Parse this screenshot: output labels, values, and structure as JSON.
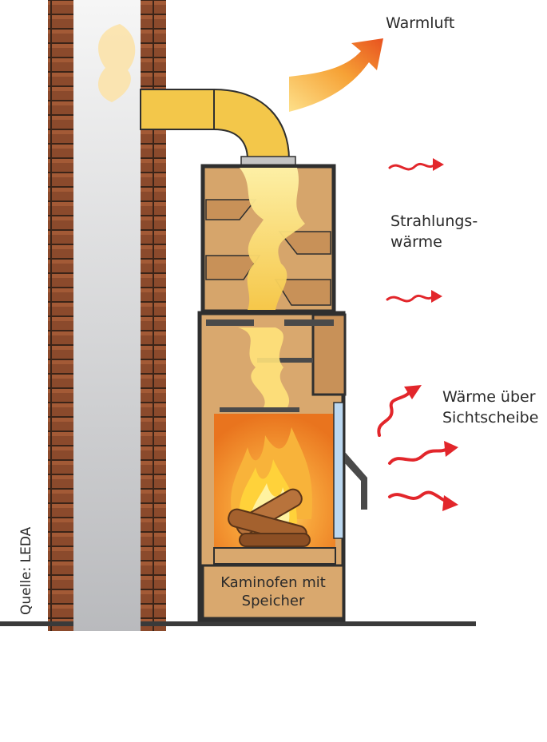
{
  "labels": {
    "warm_air": "Warmluft",
    "radiant_heat_line1": "Strahlungs-",
    "radiant_heat_line2": "wärme",
    "glass_heat_line1": "Wärme über",
    "glass_heat_line2": "Sichtscheibe",
    "stove_line1": "Kaminofen mit",
    "stove_line2": "Speicher",
    "source": "Quelle: LEDA"
  },
  "colors": {
    "brick": "#8b4a2c",
    "mortar": "#3b2418",
    "chimney_flue": "#c9cacc",
    "pipe": "#f3c74a",
    "stove_frame": "#3a3a3a",
    "storage_block": "#d6a56b",
    "fire_orange": "#f08a24",
    "flame_yellow": "#ffd23a",
    "radiant_arrow": "#e2262b",
    "glass": "#bcd8f0",
    "floor": "#3a3a3a"
  }
}
